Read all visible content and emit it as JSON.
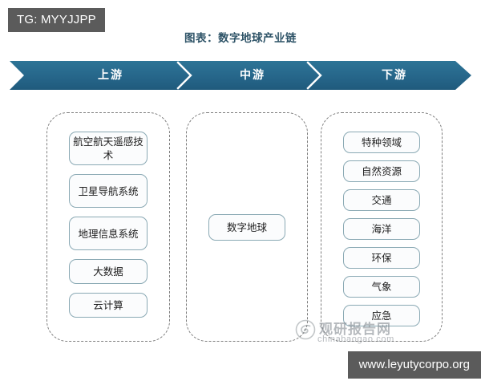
{
  "overlay": {
    "tg_tag": "TG: MYYJJPP",
    "url_bar": "www.leyutycorpo.org"
  },
  "chart": {
    "title": "图表：数字地球产业链"
  },
  "banner": {
    "accent_color": "#2a6f8f",
    "stages": [
      {
        "label": "上游"
      },
      {
        "label": "中游"
      },
      {
        "label": "下游"
      }
    ]
  },
  "groups": {
    "upstream": {
      "stage": "上游",
      "nodes": [
        {
          "label": "航空航天遥感技术",
          "lines": 2
        },
        {
          "label": "卫星导航系统",
          "lines": 2
        },
        {
          "label": "地理信息系统",
          "lines": 2
        },
        {
          "label": "大数据",
          "lines": 1
        },
        {
          "label": "云计算",
          "lines": 1
        }
      ]
    },
    "midstream": {
      "stage": "中游",
      "nodes": [
        {
          "label": "数字地球",
          "lines": 1
        }
      ]
    },
    "downstream": {
      "stage": "下游",
      "nodes": [
        {
          "label": "特种领域",
          "lines": 1
        },
        {
          "label": "自然资源",
          "lines": 1
        },
        {
          "label": "交通",
          "lines": 1
        },
        {
          "label": "海洋",
          "lines": 1
        },
        {
          "label": "环保",
          "lines": 1
        },
        {
          "label": "气象",
          "lines": 1
        },
        {
          "label": "应急",
          "lines": 1
        }
      ]
    }
  },
  "watermark": {
    "cn": "观研报告网",
    "en": "chinabaogao.com"
  }
}
